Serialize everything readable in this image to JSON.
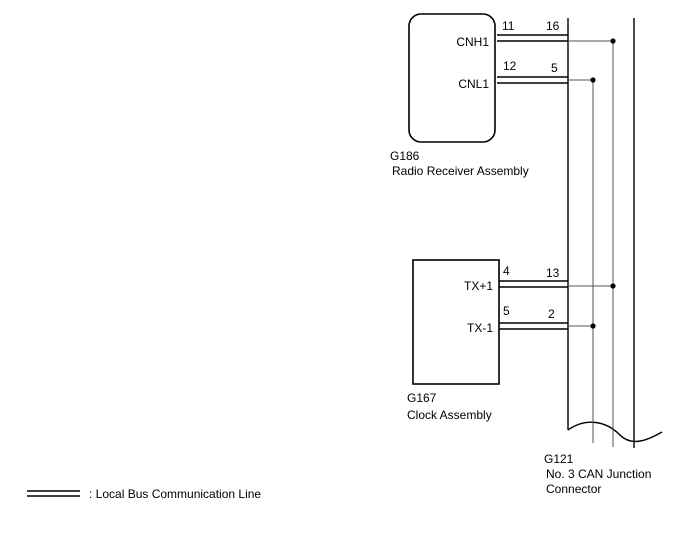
{
  "radio_receiver": {
    "code": "G186",
    "name": "Radio Receiver Assembly",
    "pins": [
      {
        "label": "CNH1",
        "pin": "11",
        "junction_pin": "16"
      },
      {
        "label": "CNL1",
        "pin": "12",
        "junction_pin": "5"
      }
    ]
  },
  "clock": {
    "code": "G167",
    "name": "Clock Assembly",
    "pins": [
      {
        "label": "TX+1",
        "pin": "4",
        "junction_pin": "13"
      },
      {
        "label": "TX-1",
        "pin": "5",
        "junction_pin": "2"
      }
    ]
  },
  "junction": {
    "code": "G121",
    "name_line1": "No. 3 CAN Junction",
    "name_line2": "Connector"
  },
  "legend": {
    "text": ": Local Bus Communication Line"
  }
}
